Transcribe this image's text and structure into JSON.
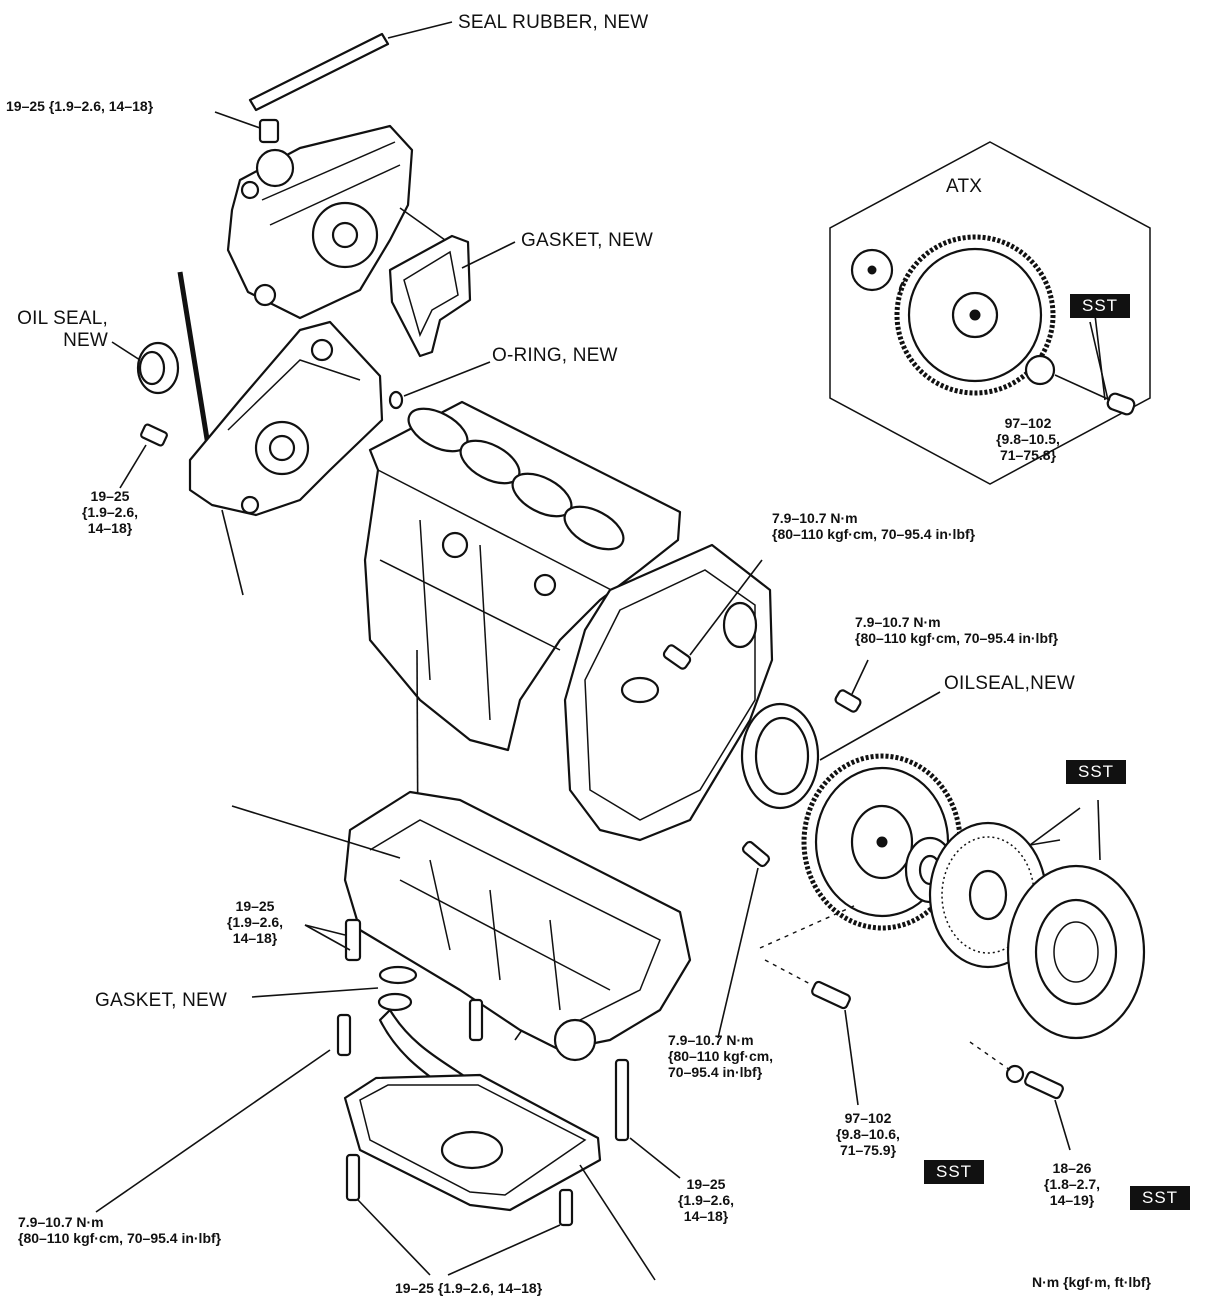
{
  "diagram": {
    "labels": {
      "seal_rubber": "SEAL RUBBER, NEW",
      "torque_top": "19–25 {1.9–2.6, 14–18}",
      "gasket_pump": "GASKET, NEW",
      "oil_seal_line1": "OIL SEAL,",
      "oil_seal_line2": "NEW",
      "o_ring": "O-RING, NEW",
      "torque_left": [
        "19–25",
        "{1.9–2.6,",
        "14–18}"
      ],
      "atx": "ATX",
      "torque_atx": [
        "97–102",
        "{9.8–10.5,",
        "71–75.8}"
      ],
      "torque_plate": [
        "7.9–10.7 N·m",
        "{80–110 kgf·cm, 70–95.4 in·lbf}"
      ],
      "torque_seal": [
        "7.9–10.7 N·m",
        "{80–110 kgf·cm, 70–95.4 in·lbf}"
      ],
      "oilseal_rear": "OILSEAL,NEW",
      "torque_pan_left": [
        "19–25",
        "{1.9–2.6,",
        "14–18}"
      ],
      "gasket_pickup": "GASKET, NEW",
      "torque_mid": [
        "7.9–10.7 N·m",
        "{80–110 kgf·cm,",
        "70–95.4 in·lbf}"
      ],
      "torque_flywheel": [
        "97–102",
        "{9.8–10.6,",
        "71–75.9}"
      ],
      "torque_clutch": [
        "18–26",
        "{1.8–2.7,",
        "14–19}"
      ],
      "torque_pan_right": [
        "19–25",
        "{1.9–2.6,",
        "14–18}"
      ],
      "torque_bottom_left": [
        "7.9–10.7 N·m",
        "{80–110 kgf·cm, 70–95.4 in·lbf}"
      ],
      "torque_bottom": "19–25 {1.9–2.6, 14–18}",
      "units": "N·m  {kgf·m,  ft·lbf}"
    },
    "sst_badges": [
      "SST",
      "SST",
      "SST",
      "SST"
    ]
  }
}
